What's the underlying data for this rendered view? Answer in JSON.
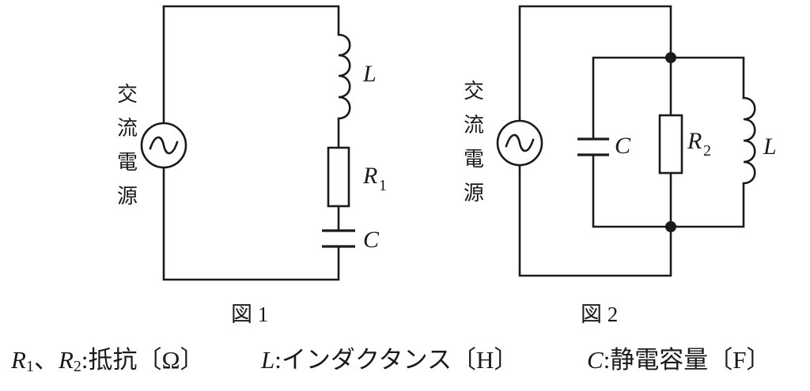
{
  "figure1": {
    "source_label": [
      "交",
      "流",
      "電",
      "源"
    ],
    "inductor_label": "L",
    "resistor_label": "R",
    "resistor_subscript": "1",
    "capacitor_label": "C",
    "caption": "図 1"
  },
  "figure2": {
    "source_label": [
      "交",
      "流",
      "電",
      "源"
    ],
    "capacitor_label": "C",
    "resistor_label": "R",
    "resistor_subscript": "2",
    "inductor_label": "L",
    "caption": "図 2"
  },
  "legend": {
    "r1_symbol": "R",
    "r1_sub": "1",
    "comma": "、",
    "r2_symbol": "R",
    "r2_sub": "2",
    "resistance_text": ":抵抗〔Ω〕",
    "l_symbol": "L",
    "inductance_text": ":インダクタンス〔H〕",
    "c_symbol": "C",
    "capacitance_text": ":静電容量〔F〕"
  }
}
